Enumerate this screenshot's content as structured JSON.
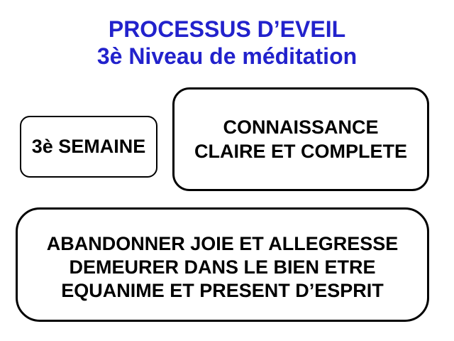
{
  "colors": {
    "title": "#2222CC",
    "text": "#000000",
    "border": "#000000",
    "background": "#ffffff"
  },
  "title": {
    "line1": "PROCESSUS D’EVEIL",
    "line2": "3è Niveau de méditation"
  },
  "boxes": [
    {
      "id": "semaine",
      "lines": [
        "3è SEMAINE"
      ]
    },
    {
      "id": "connaissance",
      "lines": [
        "CONNAISSANCE",
        "CLAIRE ET COMPLETE"
      ]
    },
    {
      "id": "abandonner",
      "lines": [
        "ABANDONNER JOIE ET ALLEGRESSE",
        "DEMEURER DANS LE BIEN ETRE",
        "EQUANIME ET PRESENT D’ESPRIT"
      ]
    }
  ]
}
